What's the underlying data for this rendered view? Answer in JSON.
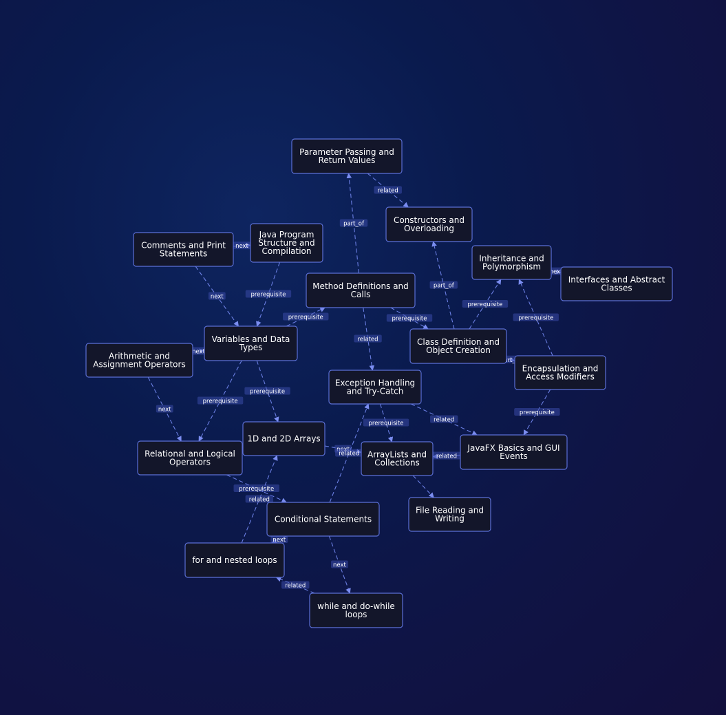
{
  "nodes": [
    {
      "id": "param",
      "lines": [
        "Parameter Passing and",
        "Return Values"
      ]
    },
    {
      "id": "ctor",
      "lines": [
        "Constructors and",
        "Overloading"
      ]
    },
    {
      "id": "comments",
      "lines": [
        "Comments and Print",
        "Statements"
      ]
    },
    {
      "id": "javaprog",
      "lines": [
        "Java Program",
        "Structure and",
        "Compilation"
      ]
    },
    {
      "id": "inherit",
      "lines": [
        "Inheritance and",
        "Polymorphism"
      ]
    },
    {
      "id": "iface",
      "lines": [
        "Interfaces and Abstract",
        "Classes"
      ]
    },
    {
      "id": "method",
      "lines": [
        "Method Definitions and",
        "Calls"
      ]
    },
    {
      "id": "vars",
      "lines": [
        "Variables and Data",
        "Types"
      ]
    },
    {
      "id": "arith",
      "lines": [
        "Arithmetic and",
        "Assignment Operators"
      ]
    },
    {
      "id": "classdef",
      "lines": [
        "Class Definition and",
        "Object Creation"
      ]
    },
    {
      "id": "encap",
      "lines": [
        "Encapsulation and",
        "Access Modifiers"
      ]
    },
    {
      "id": "exc",
      "lines": [
        "Exception Handling",
        "and Try-Catch"
      ]
    },
    {
      "id": "arrays",
      "lines": [
        "1D and 2D Arrays"
      ]
    },
    {
      "id": "relops",
      "lines": [
        "Relational and Logical",
        "Operators"
      ]
    },
    {
      "id": "arraylist",
      "lines": [
        "ArrayLists and",
        "Collections"
      ]
    },
    {
      "id": "javafx",
      "lines": [
        "JavaFX Basics and GUI",
        "Events"
      ]
    },
    {
      "id": "file",
      "lines": [
        "File Reading and",
        "Writing"
      ]
    },
    {
      "id": "cond",
      "lines": [
        "Conditional Statements"
      ]
    },
    {
      "id": "forloops",
      "lines": [
        "for and nested loops"
      ]
    },
    {
      "id": "while",
      "lines": [
        "while and do-while",
        "loops"
      ]
    }
  ],
  "edges": [
    {
      "from": "param",
      "to": "ctor",
      "label": "related"
    },
    {
      "from": "method",
      "to": "param",
      "label": "part_of"
    },
    {
      "from": "comments",
      "to": "javaprog",
      "label": "next"
    },
    {
      "from": "comments",
      "to": "vars",
      "label": "next"
    },
    {
      "from": "javaprog",
      "to": "vars",
      "label": "prerequisite"
    },
    {
      "from": "vars",
      "to": "method",
      "label": "prerequisite"
    },
    {
      "from": "method",
      "to": "classdef",
      "label": "prerequisite"
    },
    {
      "from": "method",
      "to": "exc",
      "label": "related"
    },
    {
      "from": "classdef",
      "to": "ctor",
      "label": "part_of"
    },
    {
      "from": "classdef",
      "to": "inherit",
      "label": "prerequisite"
    },
    {
      "from": "inherit",
      "to": "iface",
      "label": "next"
    },
    {
      "from": "encap",
      "to": "inherit",
      "label": "prerequisite"
    },
    {
      "from": "classdef",
      "to": "encap",
      "label": "part_of"
    },
    {
      "from": "encap",
      "to": "javafx",
      "label": "prerequisite"
    },
    {
      "from": "arith",
      "to": "vars",
      "label": "next"
    },
    {
      "from": "arith",
      "to": "relops",
      "label": "next"
    },
    {
      "from": "vars",
      "to": "relops",
      "label": "prerequisite"
    },
    {
      "from": "vars",
      "to": "arrays",
      "label": "prerequisite"
    },
    {
      "from": "exc",
      "to": "javafx",
      "label": "related"
    },
    {
      "from": "exc",
      "to": "arraylist",
      "label": "prerequisite"
    },
    {
      "from": "arrays",
      "to": "arraylist",
      "label": "next"
    },
    {
      "from": "javafx",
      "to": "arraylist",
      "label": "related"
    },
    {
      "from": "arraylist",
      "to": "file",
      "label": ""
    },
    {
      "from": "cond",
      "to": "exc",
      "label": "related"
    },
    {
      "from": "relops",
      "to": "cond",
      "label": "prerequisite"
    },
    {
      "from": "forloops",
      "to": "arrays",
      "label": "related"
    },
    {
      "from": "cond",
      "to": "forloops",
      "label": "next"
    },
    {
      "from": "cond",
      "to": "while",
      "label": "next"
    },
    {
      "from": "while",
      "to": "forloops",
      "label": "related"
    }
  ]
}
